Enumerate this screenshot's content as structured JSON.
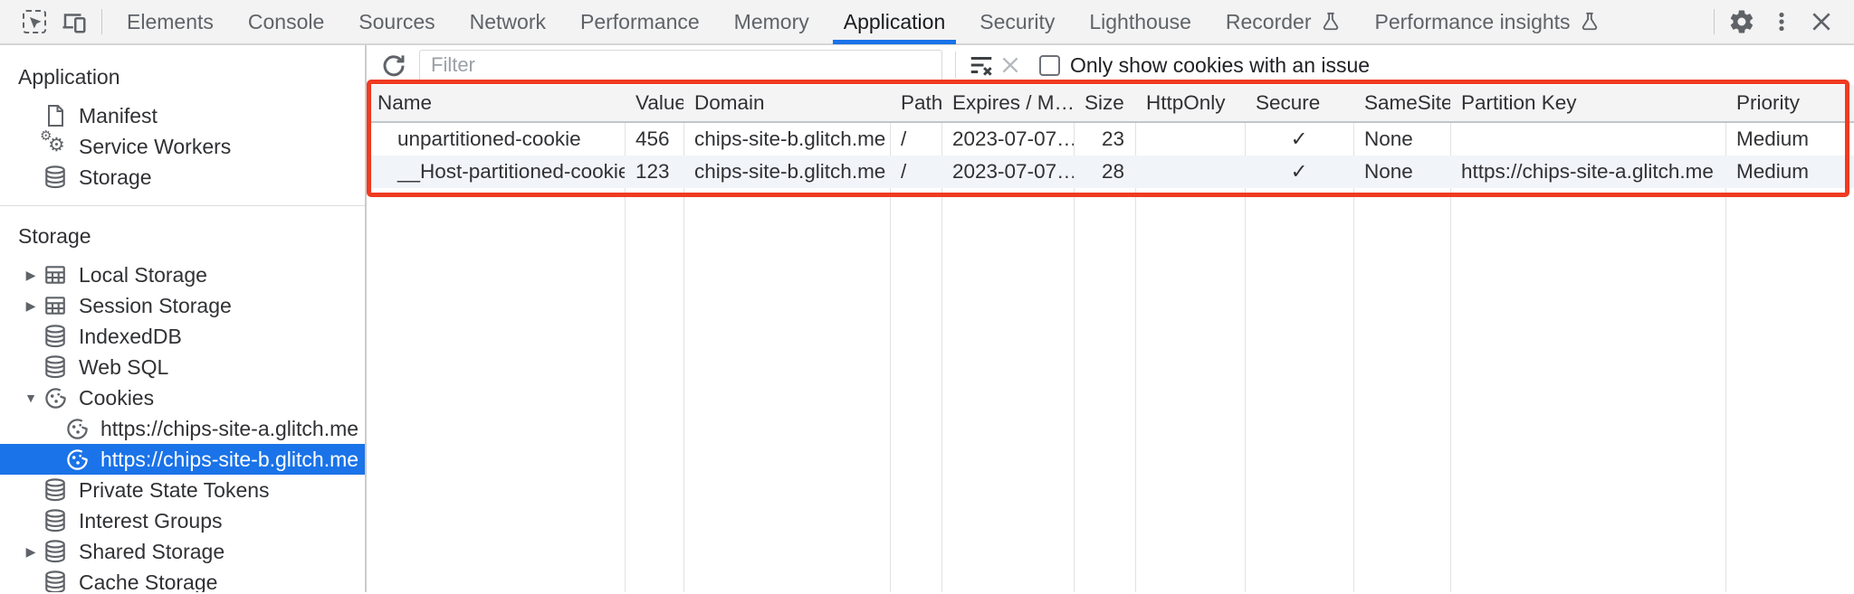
{
  "tab_bar": {
    "tabs": [
      {
        "label": "Elements"
      },
      {
        "label": "Console"
      },
      {
        "label": "Sources"
      },
      {
        "label": "Network"
      },
      {
        "label": "Performance"
      },
      {
        "label": "Memory"
      },
      {
        "label": "Application",
        "active": true
      },
      {
        "label": "Security"
      },
      {
        "label": "Lighthouse"
      },
      {
        "label": "Recorder",
        "flask": true
      },
      {
        "label": "Performance insights",
        "flask": true
      }
    ]
  },
  "sidebar": {
    "sections": [
      {
        "header": "Application",
        "items": [
          {
            "label": "Manifest",
            "icon": "document-icon"
          },
          {
            "label": "Service Workers",
            "icon": "gears-icon"
          },
          {
            "label": "Storage",
            "icon": "database-icon"
          }
        ]
      },
      {
        "header": "Storage",
        "items": [
          {
            "label": "Local Storage",
            "icon": "table-icon",
            "expander": "collapsed"
          },
          {
            "label": "Session Storage",
            "icon": "table-icon",
            "expander": "collapsed"
          },
          {
            "label": "IndexedDB",
            "icon": "database-icon"
          },
          {
            "label": "Web SQL",
            "icon": "database-icon"
          },
          {
            "label": "Cookies",
            "icon": "cookie-icon",
            "expander": "expanded"
          },
          {
            "label": "https://chips-site-a.glitch.me",
            "icon": "cookie-icon",
            "child": true
          },
          {
            "label": "https://chips-site-b.glitch.me",
            "icon": "cookie-icon",
            "child": true,
            "selected": true
          },
          {
            "label": "Private State Tokens",
            "icon": "database-icon"
          },
          {
            "label": "Interest Groups",
            "icon": "database-icon"
          },
          {
            "label": "Shared Storage",
            "icon": "database-icon",
            "expander": "collapsed"
          },
          {
            "label": "Cache Storage",
            "icon": "database-icon"
          }
        ]
      }
    ]
  },
  "toolbar": {
    "filter_placeholder": "Filter",
    "filter_value": "",
    "issue_filter_label": "Only show cookies with an issue",
    "issue_filter_checked": false
  },
  "cookie_table": {
    "columns": [
      "Name",
      "Value",
      "Domain",
      "Path",
      "Expires / M…",
      "Size",
      "HttpOnly",
      "Secure",
      "SameSite",
      "Partition Key",
      "Priority"
    ],
    "rows": [
      [
        "unpartitioned-cookie",
        "456",
        "chips-site-b.glitch.me",
        "/",
        "2023-07-07…",
        "23",
        "",
        "✓",
        "None",
        "",
        "Medium"
      ],
      [
        "__Host-partitioned-cookie",
        "123",
        "chips-site-b.glitch.me",
        "/",
        "2023-07-07…",
        "28",
        "",
        "✓",
        "None",
        "https://chips-site-a.glitch.me",
        "Medium"
      ]
    ]
  },
  "colors": {
    "selection_blue": "#1a73e8",
    "active_tab_underline": "#1a73e8",
    "highlight_red": "#ef3b22"
  }
}
